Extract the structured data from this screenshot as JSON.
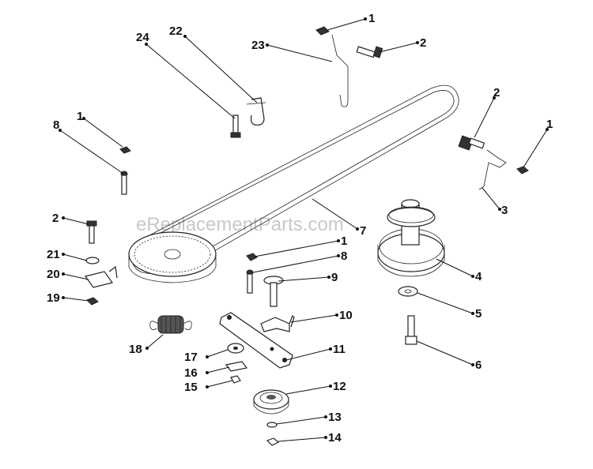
{
  "watermark": "eReplacementParts.com",
  "callouts": [
    {
      "id": "c1a",
      "num": "1"
    },
    {
      "id": "c2a",
      "num": "2"
    },
    {
      "id": "c23",
      "num": "23"
    },
    {
      "id": "c22",
      "num": "22"
    },
    {
      "id": "c24",
      "num": "24"
    },
    {
      "id": "c1b",
      "num": "1"
    },
    {
      "id": "c8a",
      "num": "8"
    },
    {
      "id": "c2b",
      "num": "2"
    },
    {
      "id": "c1c",
      "num": "1"
    },
    {
      "id": "c3",
      "num": "3"
    },
    {
      "id": "c7",
      "num": "7"
    },
    {
      "id": "c2c",
      "num": "2"
    },
    {
      "id": "c21",
      "num": "21"
    },
    {
      "id": "c20",
      "num": "20"
    },
    {
      "id": "c19",
      "num": "19"
    },
    {
      "id": "c1d",
      "num": "1"
    },
    {
      "id": "c8b",
      "num": "8"
    },
    {
      "id": "c9",
      "num": "9"
    },
    {
      "id": "c4",
      "num": "4"
    },
    {
      "id": "c5",
      "num": "5"
    },
    {
      "id": "c10",
      "num": "10"
    },
    {
      "id": "c18",
      "num": "18"
    },
    {
      "id": "c11",
      "num": "11"
    },
    {
      "id": "c17",
      "num": "17"
    },
    {
      "id": "c16",
      "num": "16"
    },
    {
      "id": "c15",
      "num": "15"
    },
    {
      "id": "c6",
      "num": "6"
    },
    {
      "id": "c12",
      "num": "12"
    },
    {
      "id": "c13",
      "num": "13"
    },
    {
      "id": "c14",
      "num": "14"
    }
  ]
}
